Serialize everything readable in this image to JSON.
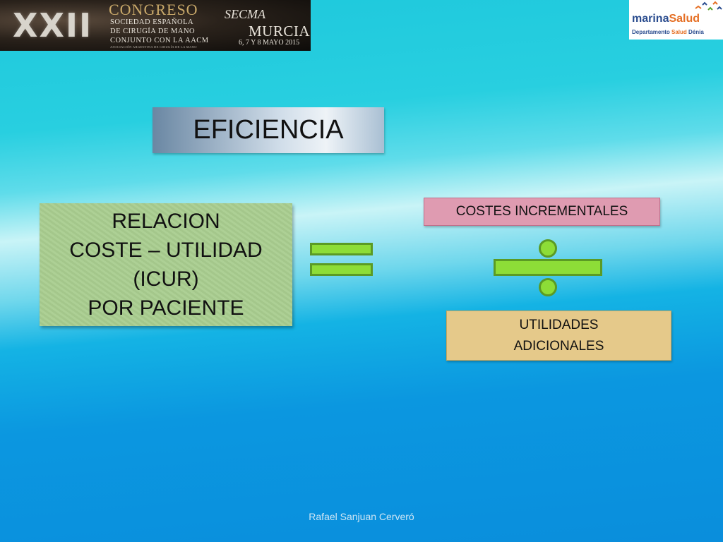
{
  "banner": {
    "roman_numeral": "XXII",
    "congress_title": "CONGRESO",
    "congress_lines": [
      "SOCIEDAD ESPAÑOLA",
      "DE CIRUGÍA DE MANO",
      "CONJUNTO CON LA AACM",
      "ASOCIACIÓN ARGENTINA DE CIRUGÍA DE LA MANO"
    ],
    "society_mark": "SECMA",
    "city": "MURCIA",
    "dates": "6, 7 Y 8 MAYO 2015"
  },
  "logo": {
    "brand_part1": "marina",
    "brand_part2": "Salud",
    "dept_part1": "Departamento ",
    "dept_part2": "Salud",
    "dept_part3": " Dénia",
    "icon": "birds-icon"
  },
  "slide": {
    "title": "EFICIENCIA",
    "relation_lines": [
      "RELACION",
      "COSTE – UTILIDAD",
      "(ICUR)",
      "POR PACIENTE"
    ],
    "equals_icon": "equals-sign-icon",
    "numerator": "COSTES INCREMENTALES",
    "division_icon": "division-sign-icon",
    "denominator_lines": [
      "UTILIDADES",
      "ADICIONALES"
    ]
  },
  "footer": {
    "author": "Rafael Sanjuan Cerveró"
  },
  "colors": {
    "title_box": "#d0dde9",
    "relation_box": "#a9cd8f",
    "operator_fill": "#8ddd37",
    "operator_border": "#5b9b24",
    "numerator_box": "#df9bb1",
    "denominator_box": "#e5c98a"
  }
}
